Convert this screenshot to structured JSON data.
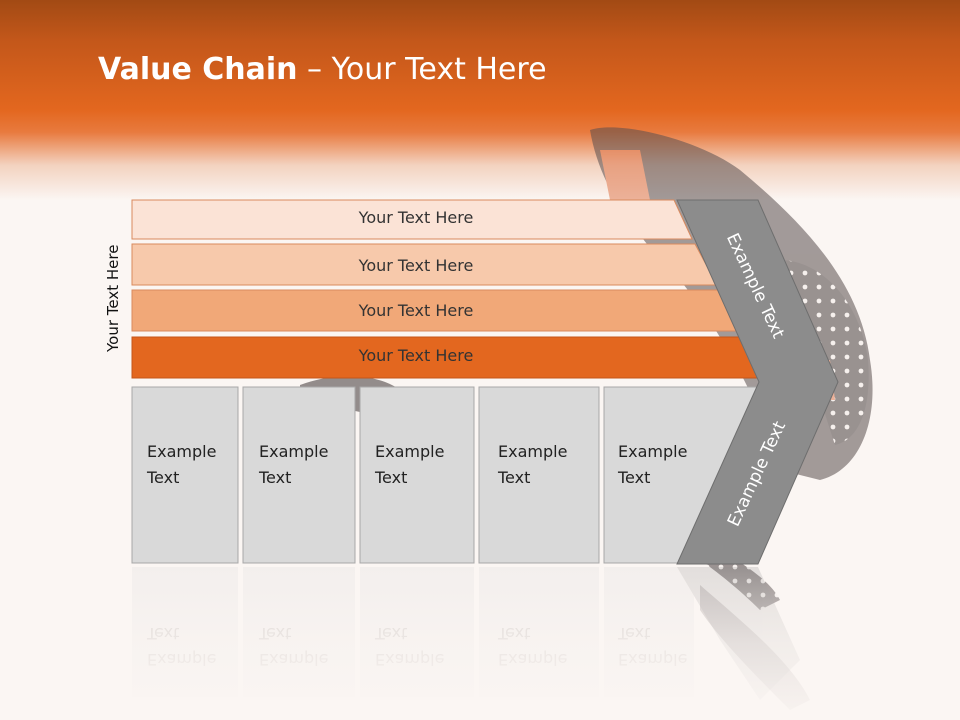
{
  "title": {
    "bold": "Value Chain",
    "rest": " – Your Text Here"
  },
  "side_label": "Your Text Here",
  "bars": [
    {
      "label": "Your Text Here",
      "color": "#fbe3d6"
    },
    {
      "label": "Your Text Here",
      "color": "#f7c9ab"
    },
    {
      "label": "Your Text Here",
      "color": "#f1a878"
    },
    {
      "label": "Your Text Here",
      "color": "#e3671f"
    }
  ],
  "boxes": [
    {
      "line1": "Example",
      "line2": "Text"
    },
    {
      "line1": "Example",
      "line2": "Text"
    },
    {
      "line1": "Example",
      "line2": "Text"
    },
    {
      "line1": "Example",
      "line2": "Text"
    },
    {
      "line1": "Example",
      "line2": "Text"
    }
  ],
  "chevron": {
    "upper": "Example Text",
    "lower": "Example Text",
    "color": "#8c8c8c"
  },
  "box_color": "#d9d9d9"
}
